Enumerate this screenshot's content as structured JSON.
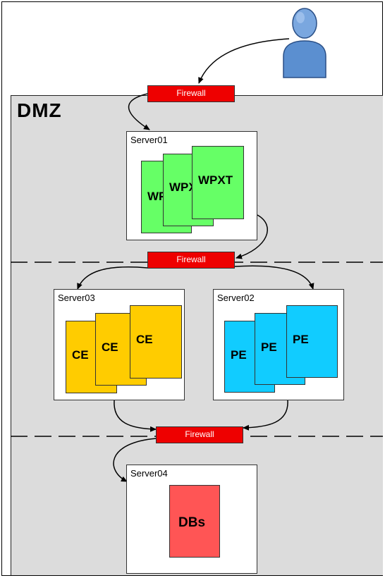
{
  "diagram": {
    "zone_label": "DMZ",
    "firewalls": [
      "Firewall",
      "Firewall",
      "Firewall"
    ],
    "servers": {
      "server01": {
        "label": "Server01",
        "apps": [
          "WPXT",
          "WPXT",
          "WPXT"
        ],
        "app_color": "#66ff66"
      },
      "server02": {
        "label": "Server02",
        "apps": [
          "PE",
          "PE",
          "PE"
        ],
        "app_color": "#11ccff"
      },
      "server03": {
        "label": "Server03",
        "apps": [
          "CE",
          "CE",
          "CE"
        ],
        "app_color": "#ffcc00"
      },
      "server04": {
        "label": "Server04",
        "apps": [
          "DBs"
        ],
        "app_color": "#ff5555"
      }
    },
    "colors": {
      "zone_background": "#dcdcdc",
      "firewall": "#ee0000",
      "user_icon": "#5b8fd0"
    },
    "icons": [
      "user-icon"
    ]
  }
}
